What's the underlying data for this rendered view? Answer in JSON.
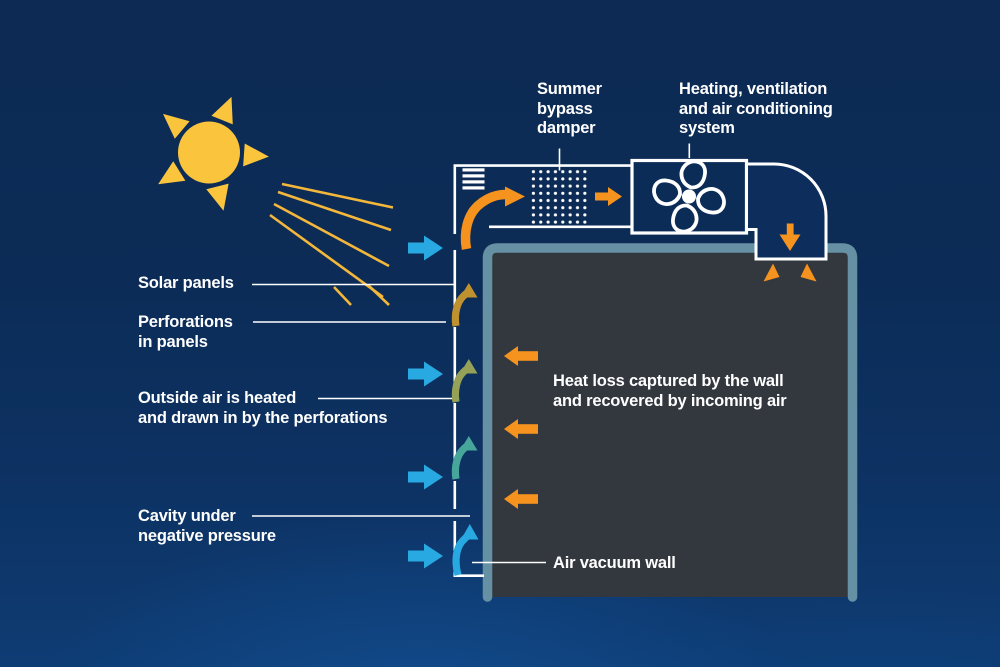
{
  "diagram": {
    "type": "infographic",
    "subject": "Solar wall air heating system"
  },
  "labels": {
    "solar_panels": "Solar panels",
    "perforations": "Perforations\nin panels",
    "outside_air": "Outside air is heated\nand drawn in by the perforations",
    "cavity": "Cavity under\nnegative pressure",
    "summer_bypass": "Summer\nbypass\ndamper",
    "hvac": "Heating, ventilation\nand air conditioning\nsystem",
    "heat_loss": "Heat loss captured by the wall\nand recovered by incoming air",
    "air_vacuum": "Air vacuum wall"
  },
  "colors": {
    "background_top": "#0C2A53",
    "background_bottom": "#0E3C74",
    "line_white": "#FFFFFF",
    "sun_yellow": "#FBC43D",
    "ray_yellow": "#F3B73C",
    "arrow_orange": "#F6921E",
    "arrow_amber": "#C0922F",
    "arrow_olive": "#94A156",
    "arrow_teal": "#47A69B",
    "arrow_blue": "#29A9E1",
    "wall_gray": "#33373E",
    "wall_border_teal": "#6691A4"
  },
  "icons": [
    "sun-icon",
    "sun-rays-icon",
    "louver-icon",
    "damper-dots-icon",
    "fan-icon",
    "down-arrow-icon",
    "heat-arrow-icon",
    "inlet-arrow-icon",
    "airflow-hook-icon"
  ]
}
